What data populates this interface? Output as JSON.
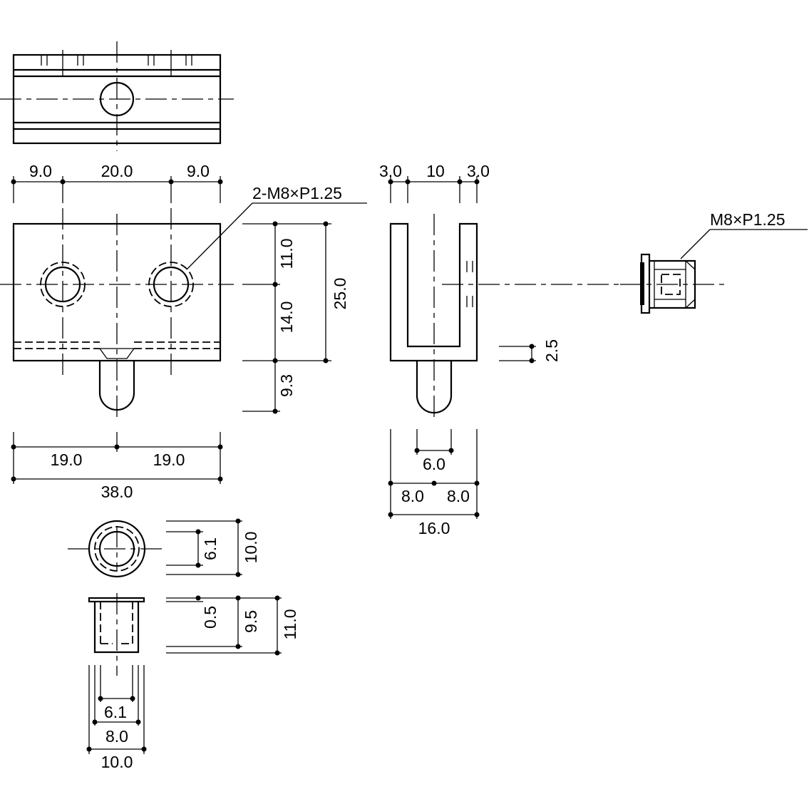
{
  "callouts": {
    "thread_pair": "2-M8×P1.25",
    "thread_single": "M8×P1.25"
  },
  "front": {
    "top_left": "9.0",
    "top_mid": "20.0",
    "top_right": "9.0",
    "v_upper": "11.0",
    "v_middle": "14.0",
    "v_total": "25.0",
    "v_pin": "9.3",
    "bottom_left": "19.0",
    "bottom_right": "19.0",
    "bottom_total": "38.0"
  },
  "side": {
    "top_left": "3.0",
    "top_mid": "10",
    "top_right": "3.0",
    "slot_bottom": "2.5",
    "pin_dia": "6.0",
    "half_left": "8.0",
    "half_right": "8.0",
    "total": "16.0"
  },
  "bushing": {
    "inner_dia": "6.1",
    "outer_dia": "10.0",
    "flange": "0.5",
    "body": "9.5",
    "height": "11.0",
    "bottom_inner": "6.1",
    "bottom_body": "8.0",
    "bottom_outer": "10.0"
  }
}
